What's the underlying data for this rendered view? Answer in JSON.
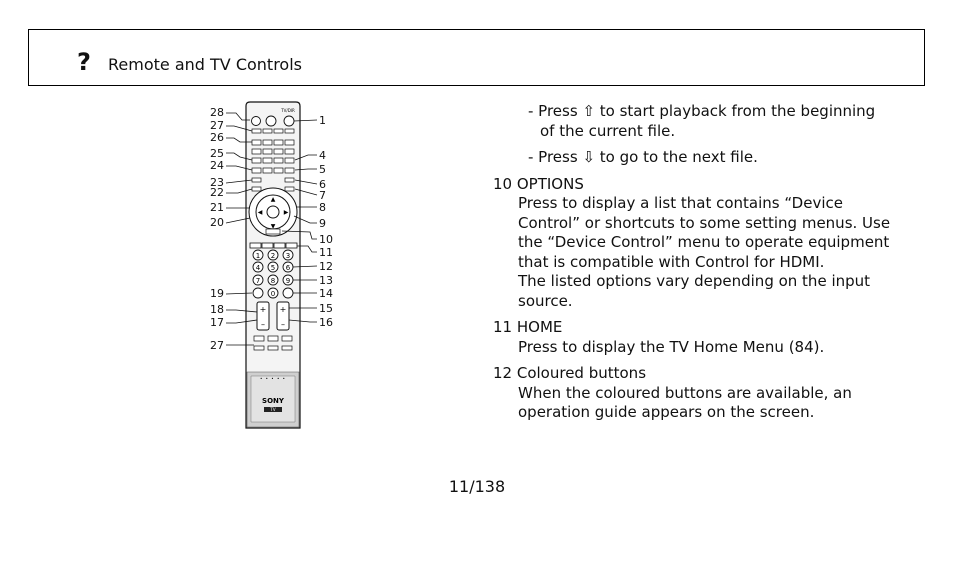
{
  "header": {
    "help_icon": "question-mark-icon",
    "title": "Remote and TV Controls"
  },
  "remote": {
    "brand": "SONY",
    "model_badge": "TV",
    "top_label": "TV/DIR",
    "callouts_left": [
      "28",
      "27",
      "26",
      "25",
      "24",
      "23",
      "22",
      "21",
      "20",
      "19",
      "18",
      "17",
      "27"
    ],
    "callouts_right": [
      "1",
      "4",
      "5",
      "6",
      "7",
      "8",
      "9",
      "10",
      "11",
      "12",
      "13",
      "14",
      "15",
      "16"
    ],
    "keypad": [
      "1",
      "2",
      "3",
      "4",
      "5",
      "6",
      "7",
      "8",
      "9",
      "0"
    ]
  },
  "content": {
    "bullet_1_pre": "- Press ",
    "bullet_1_icon": "⇧",
    "bullet_1_post": " to start playback from the beginning of the current file.",
    "bullet_2_pre": "- Press ",
    "bullet_2_icon": "⇩",
    "bullet_2_post": " to go to the next file.",
    "item_10_title": "10 OPTIONS",
    "item_10_body_1": "Press to display a list that contains “Device Control” or shortcuts to some setting menus. Use the “Device Control” menu to operate equipment that is compatible with Control for HDMI.",
    "item_10_body_2": "The listed options vary depending on the input source.",
    "item_11_title": "11 HOME",
    "item_11_body": "Press to display the TV Home Menu (84).",
    "item_12_title": "12 Coloured buttons",
    "item_12_body": "When the coloured buttons are available, an operation guide appears on the screen."
  },
  "footer": {
    "page": "11/138"
  }
}
